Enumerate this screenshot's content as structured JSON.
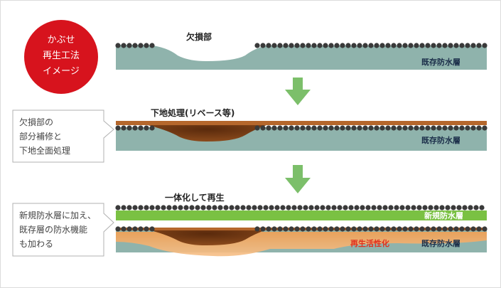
{
  "badge": {
    "lines": [
      "かぶせ",
      "再生工法",
      "イメージ"
    ],
    "color": "#d7131d"
  },
  "stage1": {
    "damage_label": "欠損部",
    "layer_label": "既存防水層"
  },
  "stage2": {
    "callout_lines": [
      "欠損部の",
      "部分補修と",
      "下地全面処理"
    ],
    "top_label": "下地処理(リベース等)",
    "layer_label": "既存防水層"
  },
  "stage3": {
    "callout_lines": [
      "新規防水層に加え、",
      "既存層の防水機能",
      "も加わる"
    ],
    "top_label": "一体化して再生",
    "new_layer_label": "新規防水層",
    "revive_label": "再生活性化",
    "layer_label": "既存防水層"
  },
  "colors": {
    "existing_layer": "#8fb3ac",
    "rebase": "#b5672c",
    "rebase_dark": "#7a3f14",
    "new_layer": "#7ac143",
    "orange_glow": "#f0a055",
    "arrow": "#7cbf6a",
    "dots": "#3a3a3a",
    "revive_text": "#e0301e"
  }
}
